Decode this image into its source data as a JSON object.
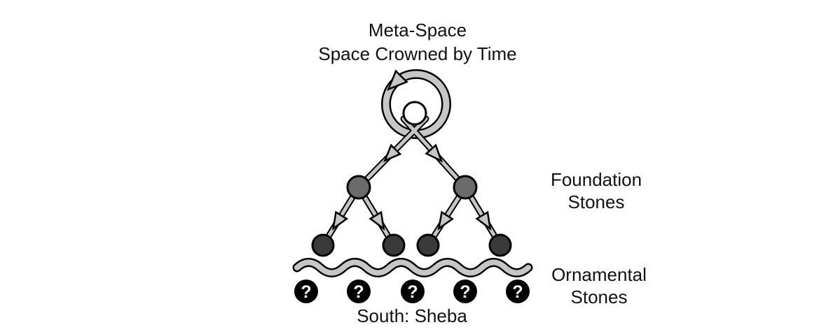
{
  "title": {
    "line1": "Meta-Space",
    "line2": "Space Crowned by Time"
  },
  "side_labels": {
    "foundation": {
      "line1": "Foundation",
      "line2": "Stones"
    },
    "ornamental": {
      "line1": "Ornamental",
      "line2": "Stones"
    }
  },
  "caption": "South: Sheba",
  "stones": {
    "symbols": [
      "?",
      "?",
      "?",
      "?",
      "?"
    ]
  },
  "colors": {
    "background": "#ffffff",
    "connector_fill": "#c6c6c6",
    "outline": "#000000",
    "apex_node_fill": "#ffffff",
    "foundation_upper_fill": "#6b6b6b",
    "foundation_lower_fill": "#3a3a3a",
    "ornamental_fill": "#000000",
    "question_mark_color": "#ffffff",
    "text_color": "#111111"
  }
}
